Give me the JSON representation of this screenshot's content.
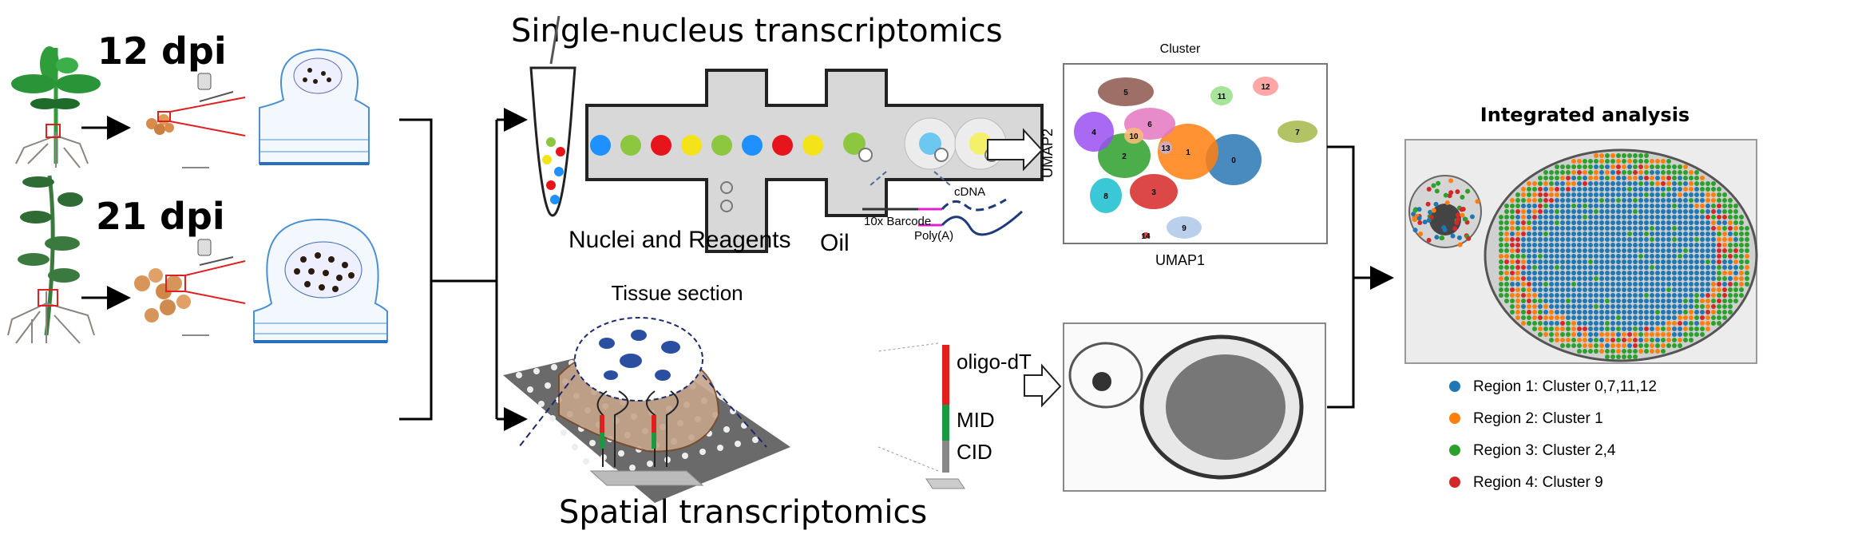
{
  "left": {
    "stage_top": "12 dpi",
    "stage_bottom": "21 dpi"
  },
  "single_nucleus": {
    "title": "Single-nucleus transcriptomics",
    "nuclei_label": "Nuclei and Reagents",
    "oil_label": "Oil",
    "cdna_label": "cDNA",
    "barcode_label": "10x Barcode",
    "polya_label": "Poly(A)",
    "droplet_colors": [
      "#1e90ff",
      "#8dc63f",
      "#e8141c",
      "#f5e31a",
      "#8dc63f",
      "#1e90ff",
      "#e8141c",
      "#f5e31a"
    ]
  },
  "umap": {
    "title": "Cluster",
    "xlabel": "UMAP1",
    "ylabel": "UMAP2",
    "clusters": [
      {
        "label": "0",
        "color": "#2a77b4"
      },
      {
        "label": "1",
        "color": "#ff7f0e"
      },
      {
        "label": "2",
        "color": "#2ca02c"
      },
      {
        "label": "3",
        "color": "#d62728"
      },
      {
        "label": "4",
        "color": "#9b4ff0"
      },
      {
        "label": "5",
        "color": "#8c564b"
      },
      {
        "label": "6",
        "color": "#e377c2"
      },
      {
        "label": "7",
        "color": "#a4b84a"
      },
      {
        "label": "8",
        "color": "#17becf"
      },
      {
        "label": "9",
        "color": "#aec7e8"
      },
      {
        "label": "10",
        "color": "#ffbb78"
      },
      {
        "label": "11",
        "color": "#98df8a"
      },
      {
        "label": "12",
        "color": "#ff9896"
      },
      {
        "label": "13",
        "color": "#c5b0d5"
      },
      {
        "label": "14",
        "color": "#d62728"
      }
    ]
  },
  "spatial": {
    "title": "Spatial transcriptomics",
    "tissue_label": "Tissue section",
    "oligo_label": "oligo-dT",
    "mid_label": "MID",
    "cid_label": "CID"
  },
  "integrated": {
    "title": "Integrated analysis",
    "legend": [
      {
        "label": "Region 1: Cluster 0,7,11,12",
        "color": "#1f77b4"
      },
      {
        "label": "Region 2: Cluster 1",
        "color": "#ff7f0e"
      },
      {
        "label": "Region 3: Cluster 2,4",
        "color": "#2ca02c"
      },
      {
        "label": "Region 4: Cluster 9",
        "color": "#d62728"
      }
    ]
  }
}
